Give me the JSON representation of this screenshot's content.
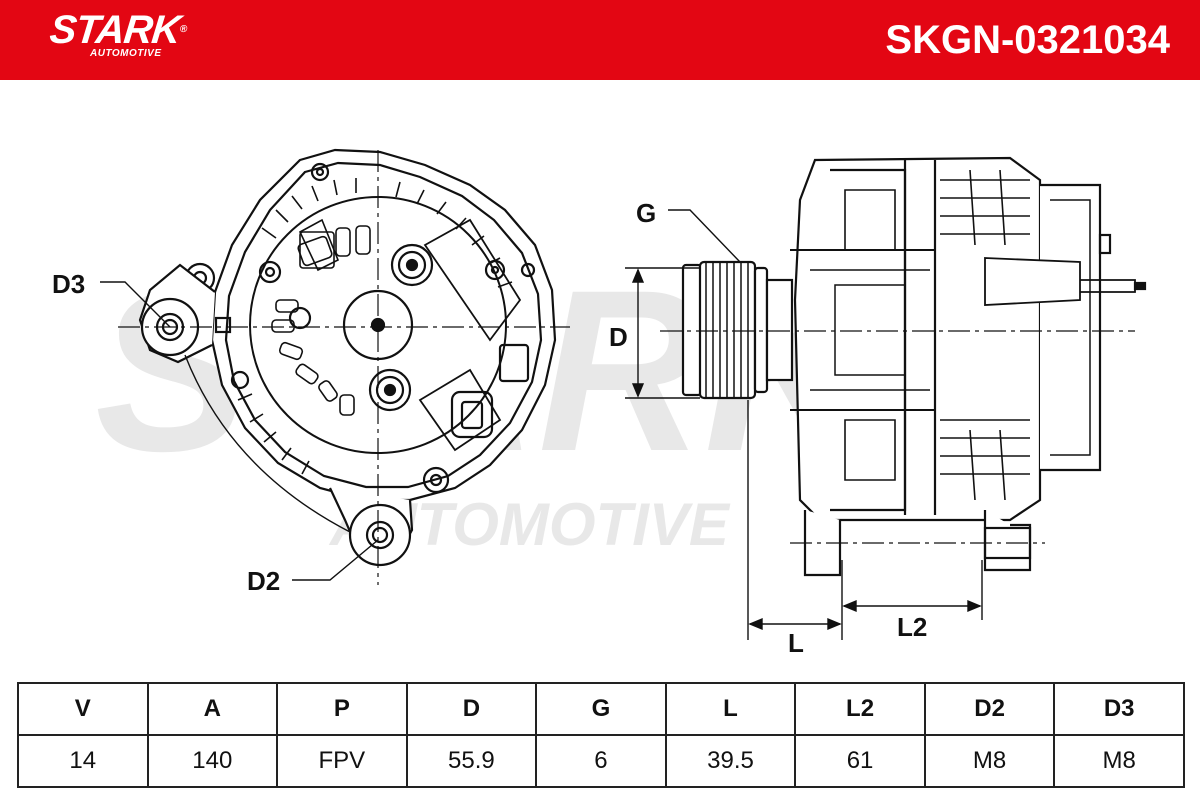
{
  "header": {
    "brand": "STARK",
    "brand_sub": "AUTOMOTIVE",
    "part_number": "SKGN-0321034",
    "background_color": "#e30613"
  },
  "drawing": {
    "watermark_main": "STARK",
    "watermark_sub": "AUTOMOTIVE",
    "labels": {
      "d3": "D3",
      "d2": "D2",
      "g": "G",
      "d": "D",
      "l": "L",
      "l2": "L2"
    }
  },
  "specs": {
    "headers": [
      "V",
      "A",
      "P",
      "D",
      "G",
      "L",
      "L2",
      "D2",
      "D3"
    ],
    "values": [
      "14",
      "140",
      "FPV",
      "55.9",
      "6",
      "39.5",
      "61",
      "M8",
      "M8"
    ]
  }
}
